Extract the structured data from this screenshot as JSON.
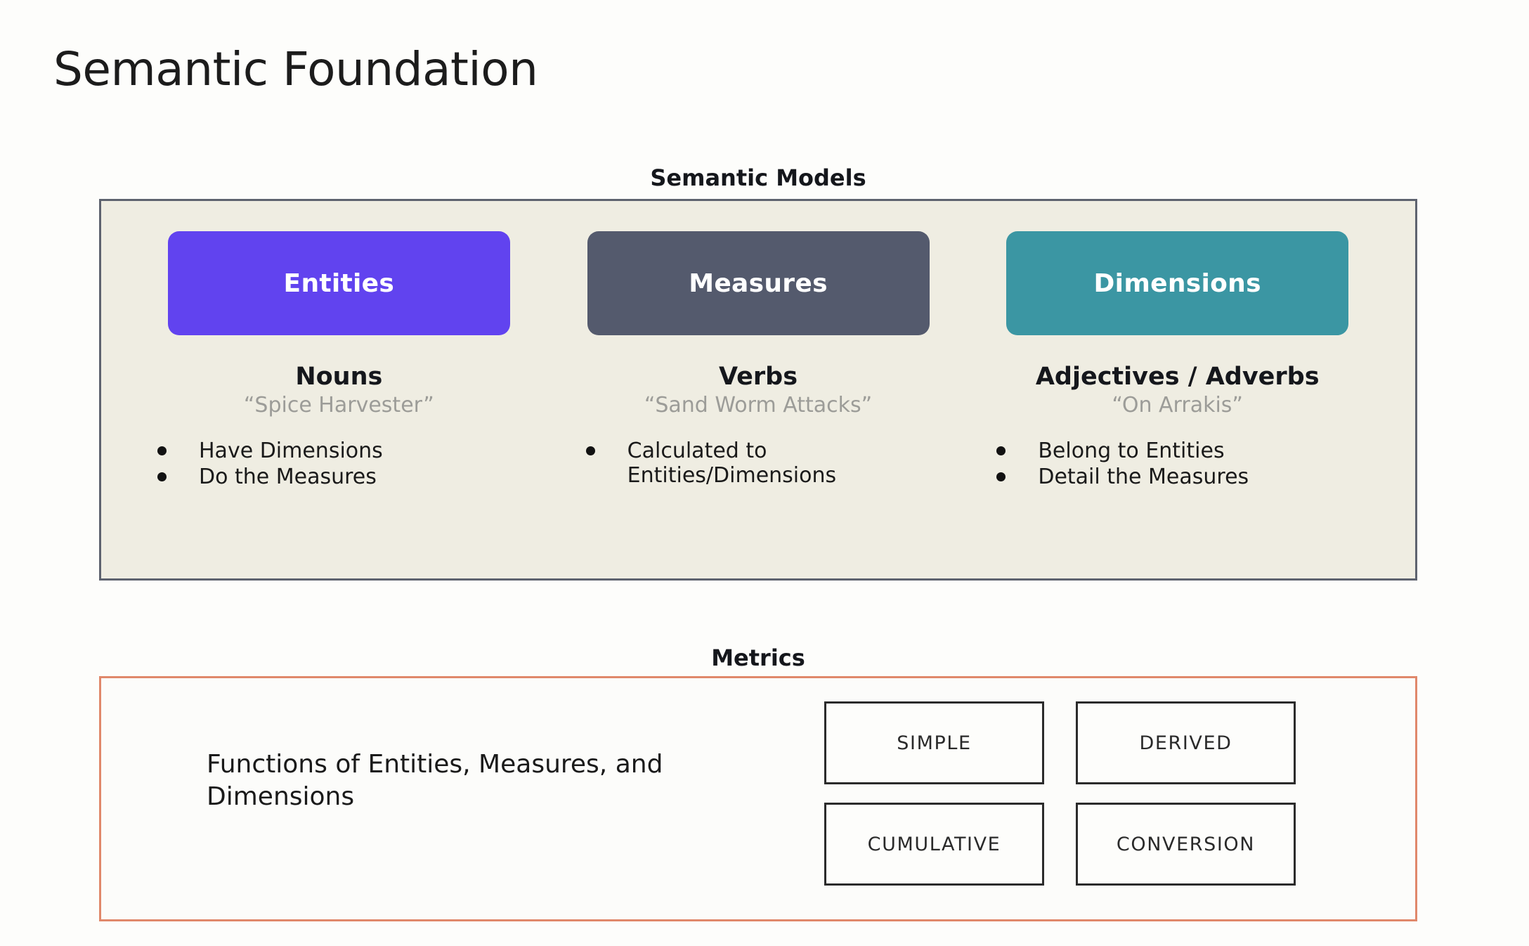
{
  "slide": {
    "title": "Semantic Foundation"
  },
  "semantic_models": {
    "caption": "Semantic Models",
    "panel_bg": "#EFEDE2",
    "panel_border": "#5E636F",
    "columns": [
      {
        "chip_label": "Entities",
        "chip_color": "#6143EF",
        "part_of_speech": "Nouns",
        "example": "“Spice Harvester”",
        "bullets": [
          "Have Dimensions",
          "Do the Measures"
        ]
      },
      {
        "chip_label": "Measures",
        "chip_color": "#545A6D",
        "part_of_speech": "Verbs",
        "example": "“Sand Worm Attacks”",
        "bullets": [
          "Calculated to Entities/Dimensions"
        ]
      },
      {
        "chip_label": "Dimensions",
        "chip_color": "#3B96A3",
        "part_of_speech": "Adjectives / Adverbs",
        "example": "“On Arrakis”",
        "bullets": [
          "Belong to Entities",
          "Detail the Measures"
        ]
      }
    ]
  },
  "metrics": {
    "caption": "Metrics",
    "panel_border": "#E0886B",
    "description": "Functions of Entities, Measures, and Dimensions",
    "types": [
      "SIMPLE",
      "DERIVED",
      "CUMULATIVE",
      "CONVERSION"
    ]
  }
}
